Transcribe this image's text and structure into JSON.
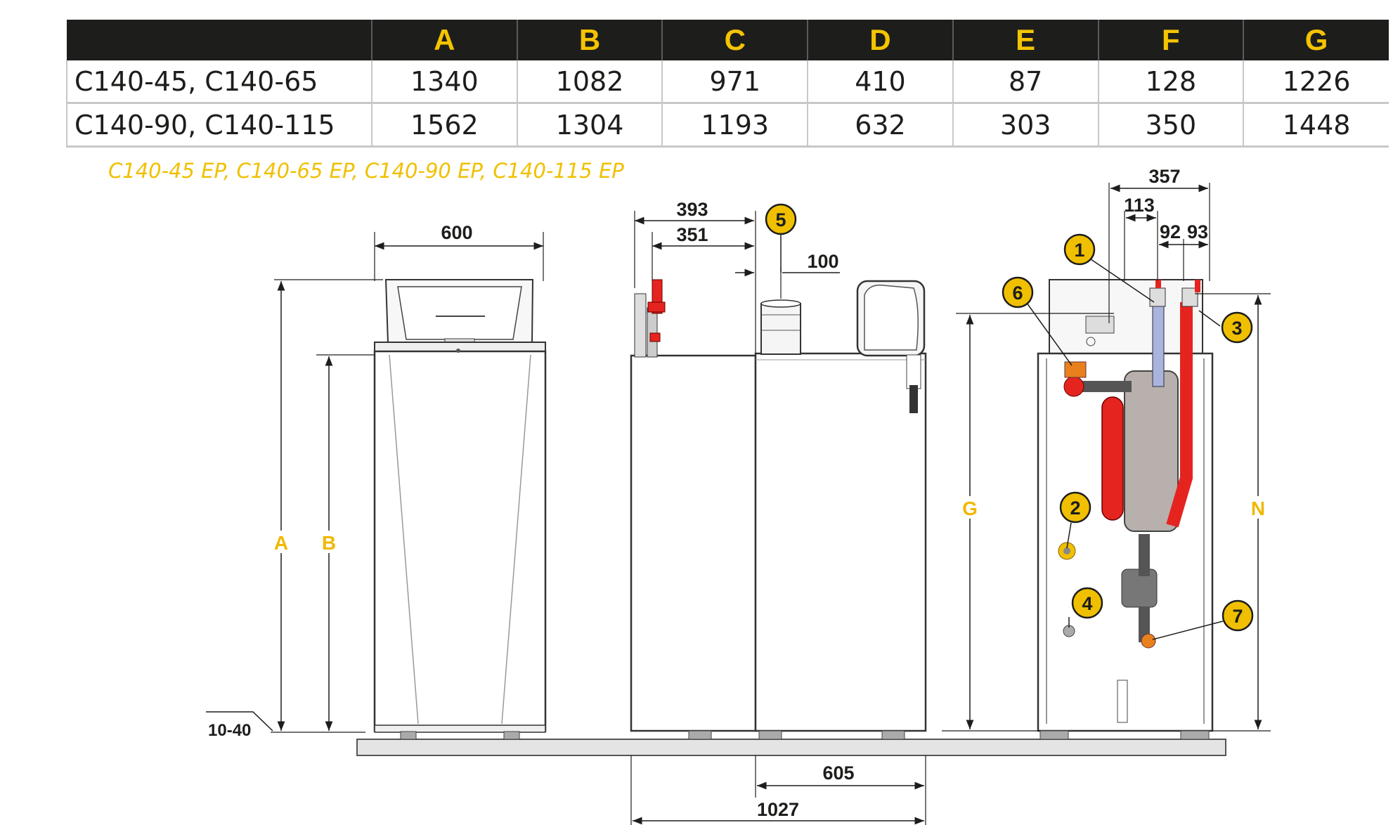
{
  "table": {
    "headers": [
      "",
      "A",
      "B",
      "C",
      "D",
      "E",
      "F",
      "G"
    ],
    "rows": [
      {
        "model": "C140-45, C140-65",
        "values": [
          "1340",
          "1082",
          "971",
          "410",
          "87",
          "128",
          "1226"
        ]
      },
      {
        "model": "C140-90, C140-115",
        "values": [
          "1562",
          "1304",
          "1193",
          "632",
          "303",
          "350",
          "1448"
        ]
      }
    ]
  },
  "subtitle": "C140-45 EP, C140-65 EP, C140-90 EP, C140-115 EP",
  "dimensions": {
    "front_width": "600",
    "d393": "393",
    "d351": "351",
    "d100": "100",
    "d357": "357",
    "d113": "113",
    "d92": "92",
    "d93": "93",
    "d605": "605",
    "d1027": "1027",
    "foot": "10-40"
  },
  "letters": {
    "a": "A",
    "b": "B",
    "g": "G",
    "n": "N"
  },
  "callouts": [
    "1",
    "2",
    "3",
    "4",
    "5",
    "6",
    "7"
  ],
  "colors": {
    "table_header_bg": "#1d1d1b",
    "header_text": "#f4c400",
    "accent_yellow": "#f0c000",
    "pipe_red": "#e52420",
    "pipe_blue": "#a9b4dc",
    "fitting_orange": "#e8801c"
  }
}
